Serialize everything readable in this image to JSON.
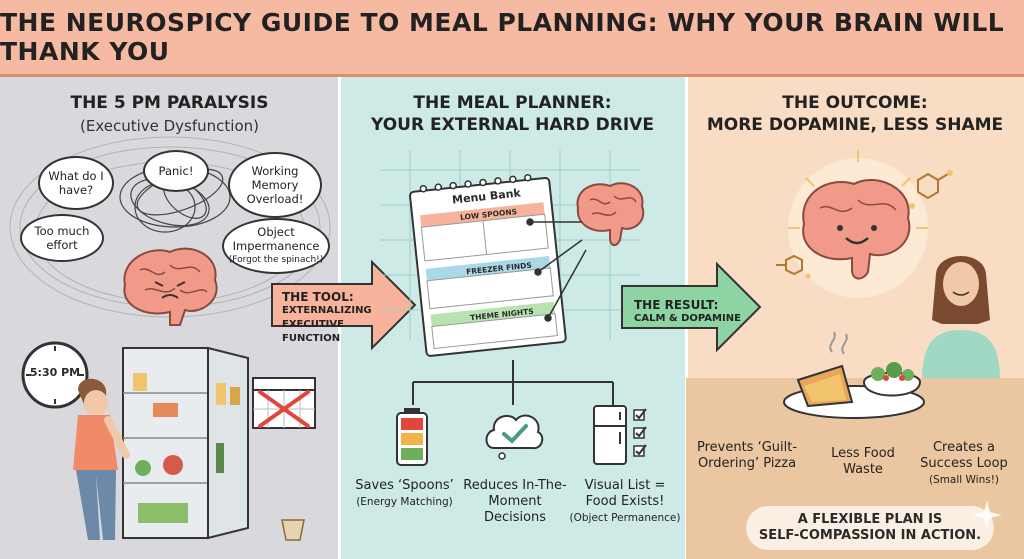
{
  "title": "THE NEUROSPICY GUIDE TO MEAL PLANNING: WHY YOUR BRAIN WILL THANK YOU",
  "panel1": {
    "title": "THE 5 PM PARALYSIS",
    "subtitle": "(Executive Dysfunction)",
    "bubbles": {
      "what": "What do I have?",
      "panic": "Panic!",
      "memory": "Working Memory Overload!",
      "effort": "Too much effort",
      "object": "Object Impermanence",
      "object_note": "(Forgot the spinach!)"
    },
    "clock": "5:30 PM"
  },
  "arrow1": {
    "title": "THE TOOL:",
    "sub": "EXTERNALIZING EXECUTIVE FUNCTION"
  },
  "panel2": {
    "title_line1": "THE MEAL PLANNER:",
    "title_line2": "YOUR EXTERNAL HARD DRIVE",
    "notebook_title": "Menu Bank",
    "sections": [
      "LOW SPOONS",
      "FREEZER FINDS",
      "THEME NIGHTS"
    ],
    "benefits": [
      {
        "title": "Saves ‘Spoons’",
        "note": "(Energy Matching)"
      },
      {
        "title": "Reduces In-The-Moment Decisions",
        "note": ""
      },
      {
        "title": "Visual List = Food Exists!",
        "note": "(Object Permanence)"
      }
    ]
  },
  "arrow2": {
    "title": "THE RESULT:",
    "sub": "CALM & DOPAMINE"
  },
  "panel3": {
    "title_line1": "THE OUTCOME:",
    "title_line2": "MORE DOPAMINE, LESS SHAME",
    "benefits": [
      {
        "title": "Prevents ‘Guilt-Ordering’ Pizza",
        "note": ""
      },
      {
        "title": "Less Food Waste",
        "note": ""
      },
      {
        "title": "Creates a Success Loop",
        "note": "(Small Wins!)"
      }
    ],
    "banner_line1": "A FLEXIBLE PLAN IS",
    "banner_line2": "SELF-COMPASSION IN ACTION."
  },
  "colors": {
    "header": "#f6b9a2",
    "panel1": "#d9d9dd",
    "panel2": "#cdeae6",
    "panel3": "#f8dcc3",
    "arrow": "#f7b39b",
    "brain": "#f29a8a"
  }
}
